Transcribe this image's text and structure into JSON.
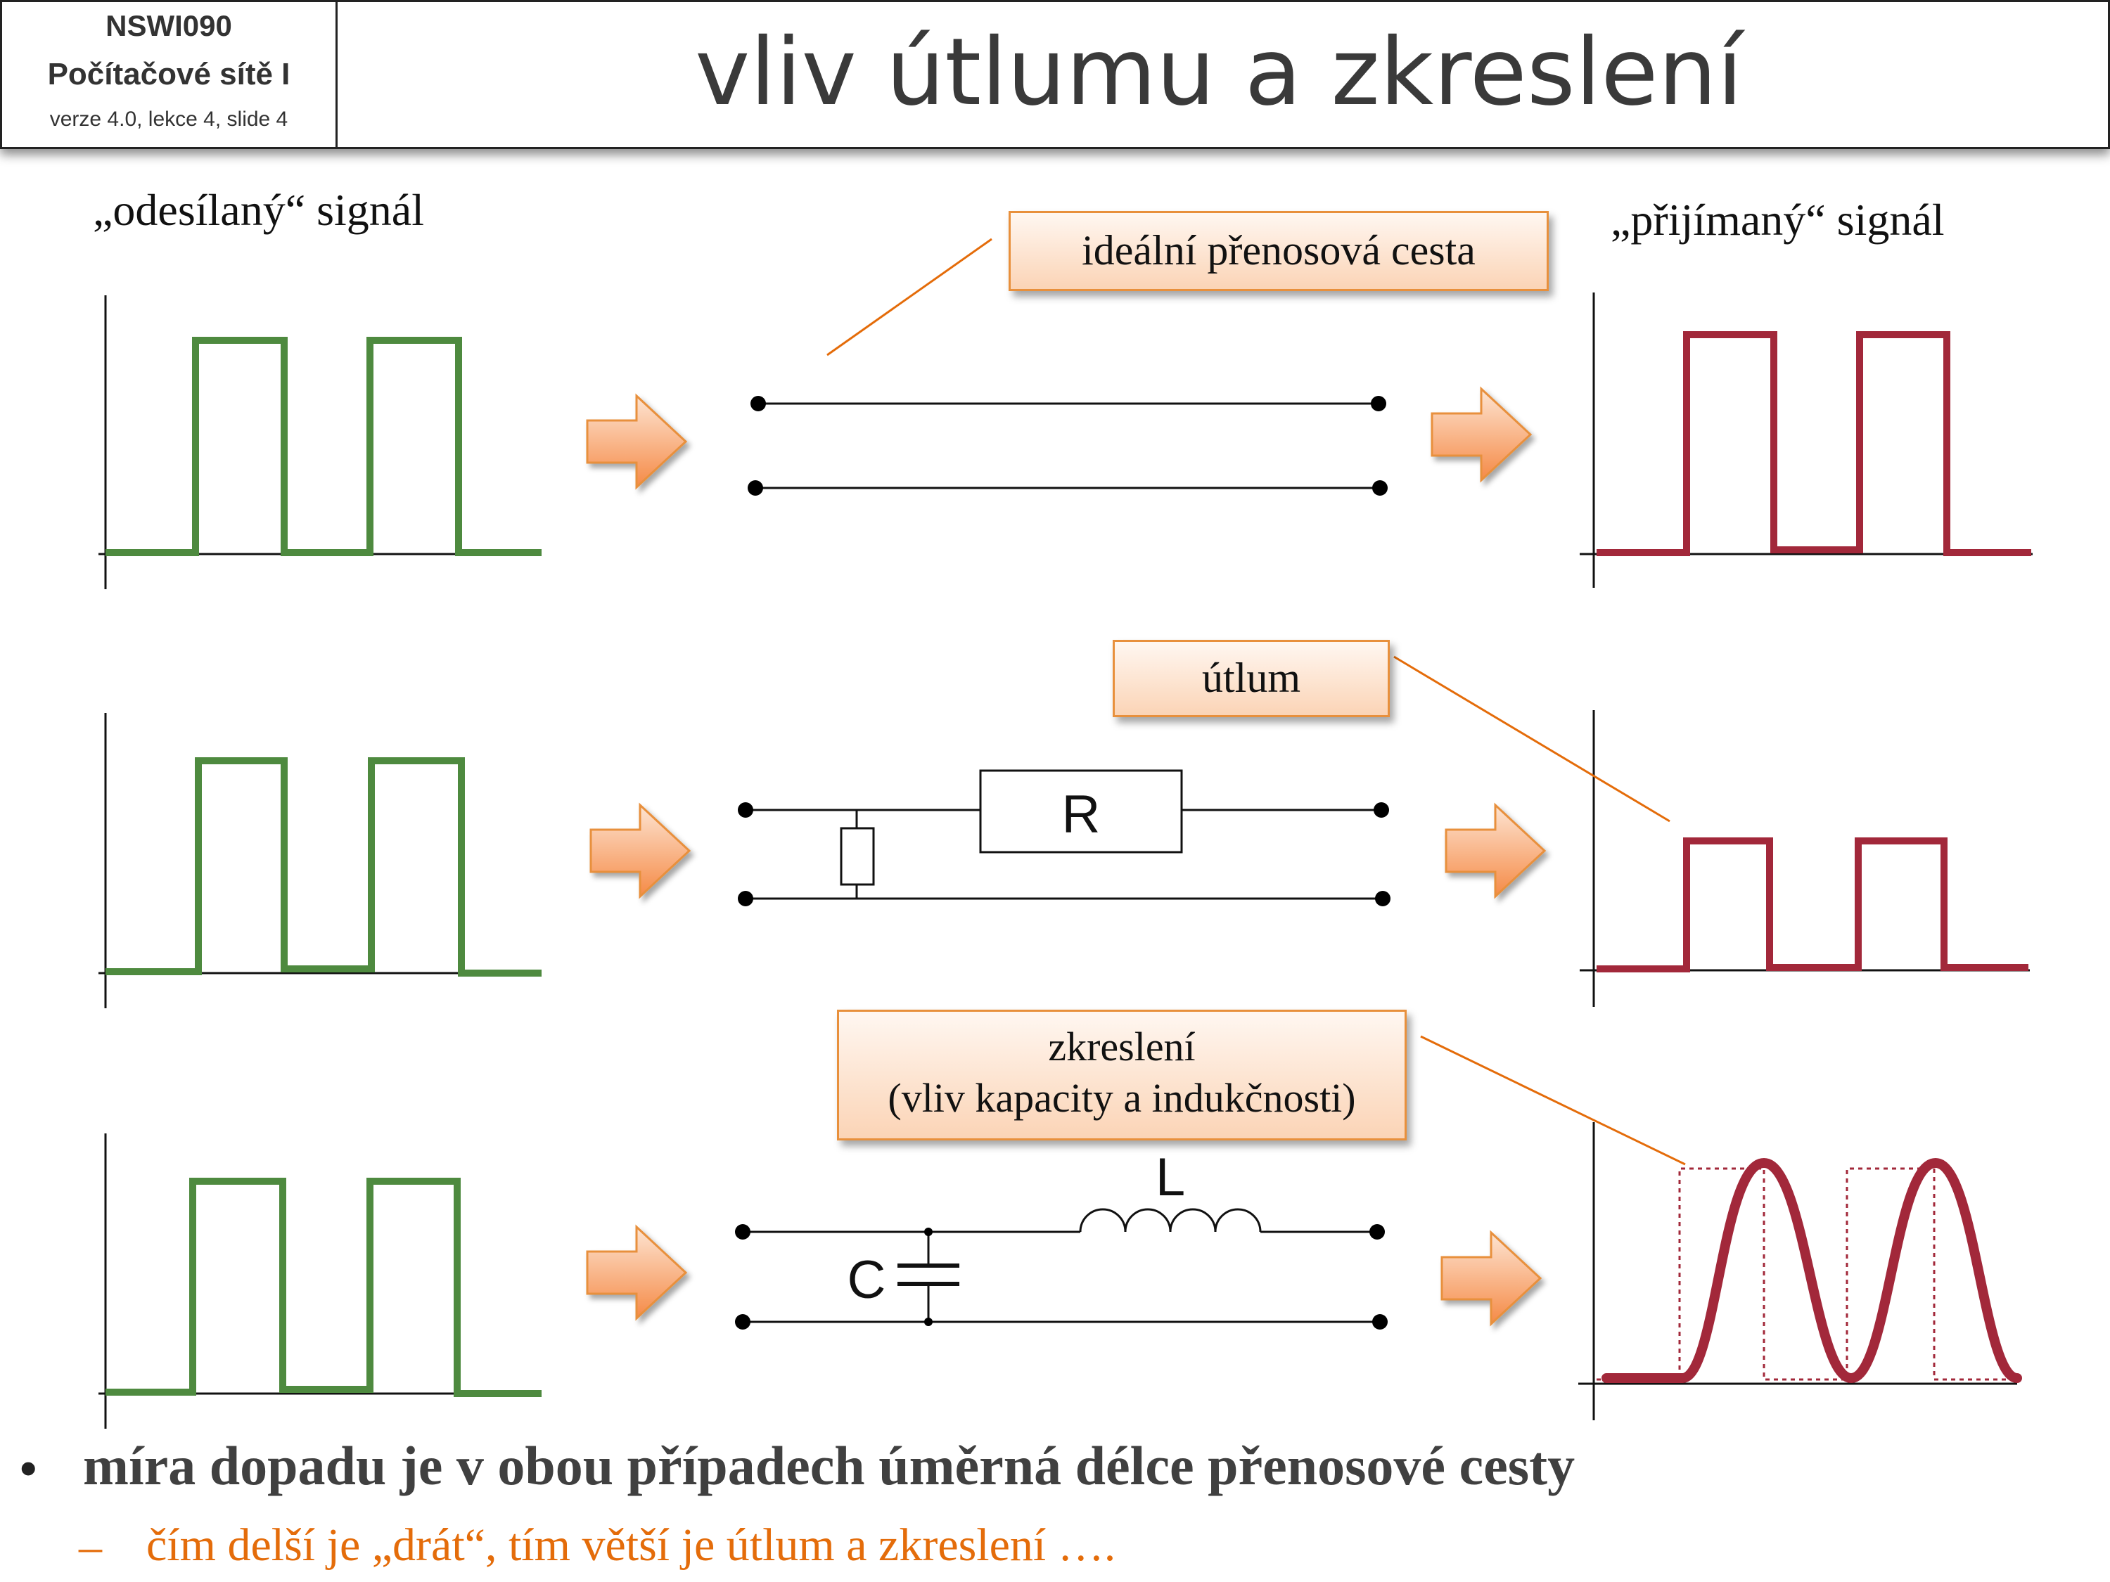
{
  "header": {
    "course_code": "NSWI090",
    "course_name": "Počítačové sítě I",
    "version": "verze 4.0, lekce 4, slide 4",
    "title": "vliv útlumu a zkreslení"
  },
  "labels": {
    "sent_signal": "„odesílaný“ signál",
    "received_signal": "„přijímaný“ signál"
  },
  "callouts": {
    "ideal": "ideální přenosová cesta",
    "attenuation": "útlum",
    "distortion_line1": "zkreslení",
    "distortion_line2": "(vliv kapacity a indukčnosti)"
  },
  "circuit_symbols": {
    "resistor": "R",
    "capacitor": "C",
    "inductor": "L"
  },
  "colors": {
    "sent_signal": "#4e8a3f",
    "received_signal": "#a2283a",
    "callout_border": "#e8903c",
    "arrow_fill": "#f7a064",
    "accent_text": "#e46c0a"
  },
  "bullets": {
    "main": "míra dopadu je v obou případech úměrná délce přenosové cesty",
    "sub": "čím delší je „drát“, tím větší je útlum a zkreslení …."
  }
}
